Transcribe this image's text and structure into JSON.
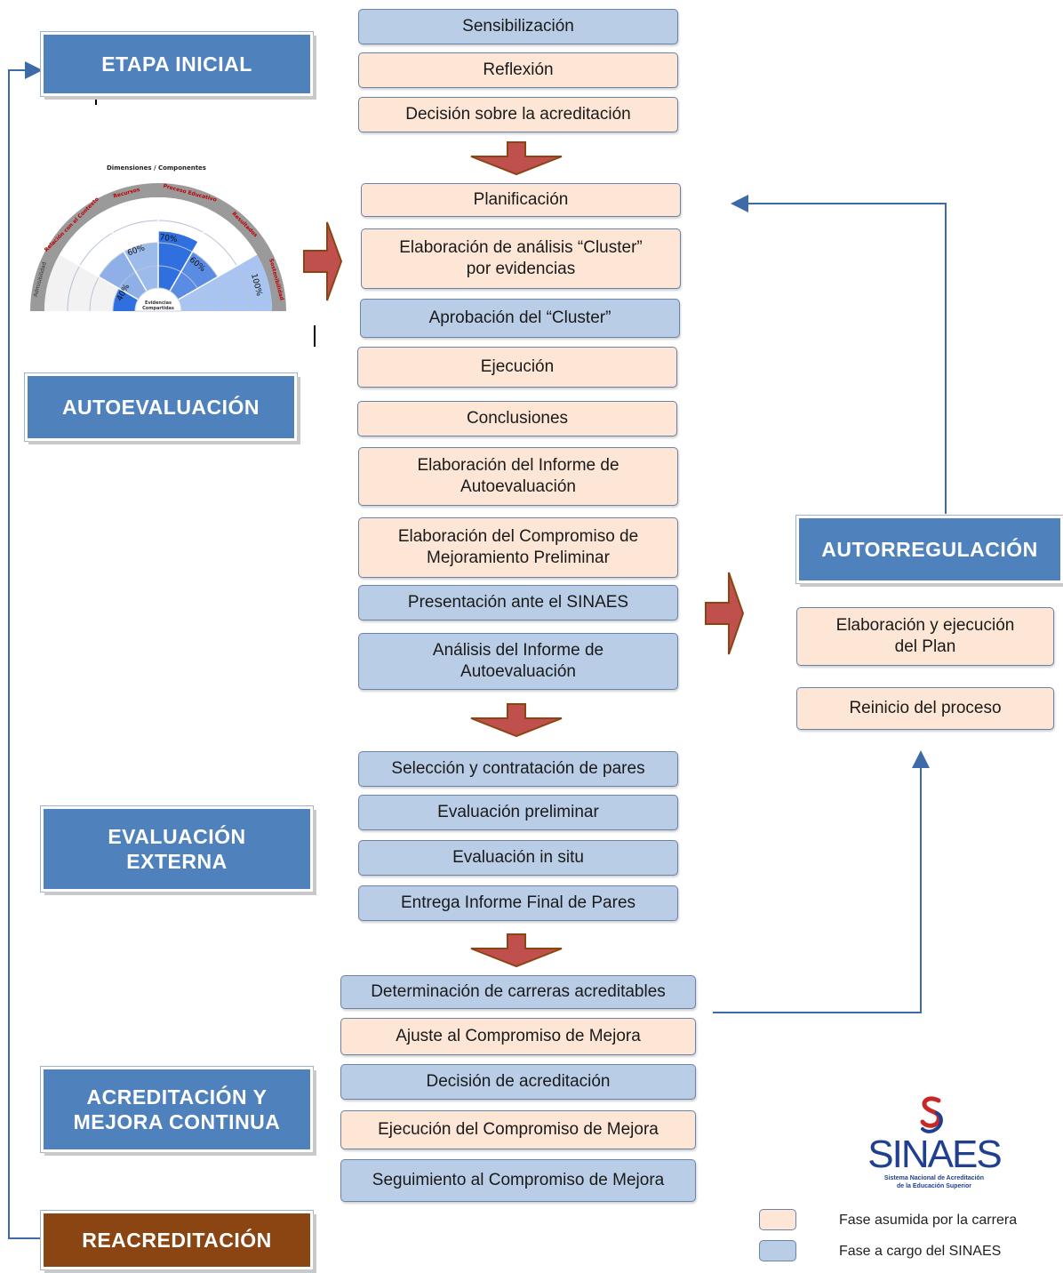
{
  "stages": {
    "etapa_inicial": "ETAPA INICIAL",
    "autoevaluacion": "AUTOEVALUACIÓN",
    "evaluacion_externa": "EVALUACIÓN\nEXTERNA",
    "acreditacion": "ACREDITACIÓN Y\nMEJORA CONTINUA",
    "reacreditacion": "REACREDITACIÓN",
    "autorregulacion": "AUTORREGULACIÓN"
  },
  "steps": {
    "sensibilizacion": "Sensibilización",
    "reflexion": "Reflexión",
    "decision_acreditacion_inicial": "Decisión sobre la acreditación",
    "planificacion": "Planificación",
    "analisis_cluster": "Elaboración de análisis  “Cluster”\npor evidencias",
    "aprobacion_cluster": "Aprobación del “Cluster”",
    "ejecucion": "Ejecución",
    "conclusiones": "Conclusiones",
    "informe_autoevaluacion": "Elaboración del Informe de\nAutoevaluación",
    "compromiso_preliminar": "Elaboración del Compromiso de\nMejoramiento Preliminar",
    "presentacion_sinaes": "Presentación ante el SINAES",
    "analisis_informe": "Análisis del Informe de\nAutoevaluación",
    "seleccion_pares": "Selección y contratación de pares",
    "evaluacion_preliminar": "Evaluación preliminar",
    "evaluacion_in_situ": "Evaluación in situ",
    "entrega_informe": "Entrega Informe Final de Pares",
    "determinacion_carreras": "Determinación de carreras acreditables",
    "ajuste_compromiso": "Ajuste al Compromiso de Mejora",
    "decision_acreditacion": "Decisión de acreditación",
    "ejecucion_compromiso": "Ejecución del Compromiso de Mejora",
    "seguimiento_compromiso": "Seguimiento al Compromiso de Mejora",
    "elaboracion_plan": "Elaboración y ejecución\ndel Plan",
    "reinicio_proceso": "Reinicio del proceso"
  },
  "radar": {
    "title": "Dimensiones / Componentes",
    "center_label": "Evidencias\nCompartidas",
    "sectors": [
      "Admisibilidad",
      "Relación con el Contexto",
      "Recursos",
      "Proceso Educativo",
      "Resultados",
      "Sostenibilidad"
    ],
    "percentages": [
      "40%",
      "60%",
      "70%",
      "60%",
      "100%"
    ]
  },
  "logo": {
    "name": "SINAES",
    "subtitle_line1": "Sistema Nacional de Acreditación",
    "subtitle_line2": "de la Educación Superior"
  },
  "legend": {
    "carrera": "Fase asumida por la carrera",
    "sinaes": "Fase a cargo del SINAES"
  },
  "colors": {
    "sinaes_phase": "#b9cde6",
    "carrera_phase": "#fde6d5",
    "stage_blue": "#4f81bd",
    "stage_brown": "#8b4513",
    "arrow": "#c0504d",
    "arrow_border": "#8b4513"
  }
}
